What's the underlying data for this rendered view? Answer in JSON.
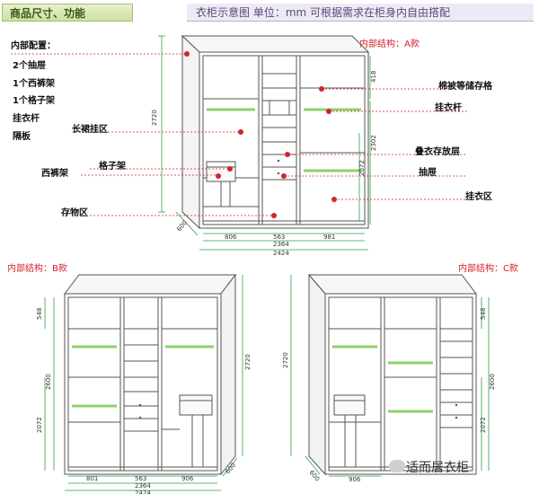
{
  "header": {
    "left_title": "商品尺寸、功能",
    "right_title": "衣柜示意图  单位：mm    可根据需求在柜身内自由搭配"
  },
  "labels": {
    "internal_config": "内部配置：",
    "drawers": "2个抽屉",
    "trouser_rack": "1个西裤架",
    "grid_rack": "1个格子架",
    "hanging_rod": "挂衣杆",
    "partition": "隔板",
    "long_hanging": "长裙挂区",
    "grid_shelf": "格子架",
    "trouser_shelf": "西裤架",
    "storage": "存物区",
    "structure_a": "内部结构：A款",
    "quilt_storage": "棉被等储存格",
    "hanging_rod_r": "挂衣杆",
    "folded_area": "叠衣存放层",
    "drawer": "抽屉",
    "hanging_area": "挂衣区",
    "structure_b": "内部结构：B款",
    "structure_c": "内部结构：C款"
  },
  "dims": {
    "a": {
      "height": "2720",
      "depth": "600",
      "top": "418",
      "right_h": "2302",
      "right_lower": "2072",
      "w1": "806",
      "w2": "563",
      "w3": "981",
      "w_inner": "2364",
      "w_total": "2424"
    },
    "b": {
      "top": "548",
      "h1": "2600",
      "h2": "2072",
      "height": "2720",
      "depth": "600",
      "w1": "801",
      "w2": "563",
      "w3": "906",
      "w_inner": "2364",
      "w_total": "2424"
    },
    "c": {
      "height": "2720",
      "depth": "600",
      "top": "548",
      "h1": "2600",
      "h2": "2072",
      "w1": "906"
    }
  },
  "watermark": "适而居衣柜",
  "colors": {
    "accent_red": "#d2232a",
    "rod_green": "#8fd06a",
    "frame": "#555555",
    "dim_green": "#2ea043"
  }
}
